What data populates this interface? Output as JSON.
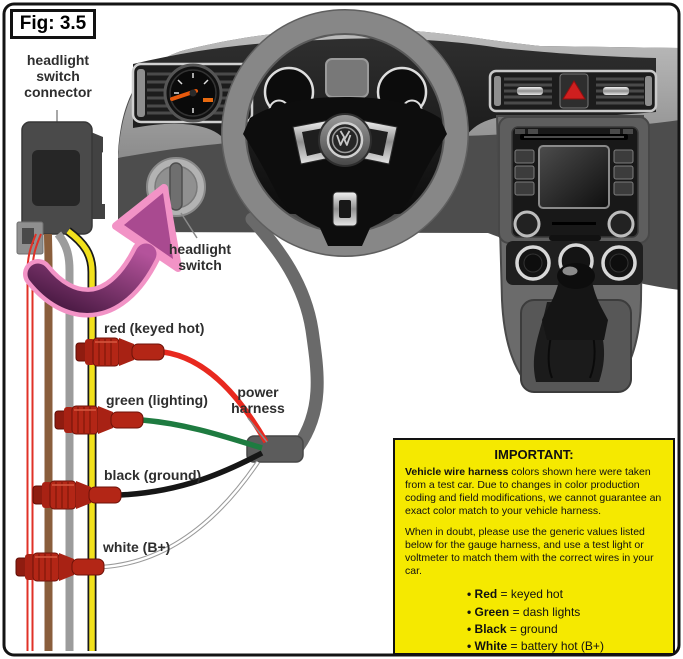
{
  "figure_label": "Fig: 3.5",
  "callouts": {
    "connector": "headlight switch connector",
    "switch": "headlight switch",
    "harness": "power harness"
  },
  "gauge_wires": [
    {
      "label": "red (keyed hot)",
      "color": "#e8291f"
    },
    {
      "label": "green (lighting)",
      "color": "#1e7b40"
    },
    {
      "label": "black (ground)",
      "color": "#1a1a1a"
    },
    {
      "label": "white (B+)",
      "color": "#ffffff"
    }
  ],
  "vehicle_wires": [
    {
      "name": "red-pair",
      "color": "#e03127"
    },
    {
      "name": "brown",
      "color": "#8a5e3c"
    },
    {
      "name": "gray",
      "color": "#9c9c9c"
    },
    {
      "name": "yellow-black-stripe",
      "color": "#f2e11c"
    }
  ],
  "notice": {
    "title": "IMPORTANT:",
    "para1_bold": "Vehicle wire harness",
    "para1_rest": " colors shown here were taken from a test car. Due to changes in color production coding and field modifications, we cannot guarantee an exact color match to your vehicle harness.",
    "para2": "When in doubt, please use the generic values listed below for the gauge harness, and use a test light or voltmeter to match them with the correct wires in your car.",
    "bullets": [
      {
        "term": "Red",
        "rest": " = keyed hot"
      },
      {
        "term": "Green",
        "rest": " = dash lights"
      },
      {
        "term": "Black",
        "rest": " = ground"
      },
      {
        "term": "White",
        "rest": " = battery hot (B+)"
      }
    ],
    "background": "#f5e900"
  },
  "colors": {
    "dash_band": "#4d4d4d",
    "arrow_outline": "#f293c6",
    "hazard_red": "#cf1f1f"
  }
}
